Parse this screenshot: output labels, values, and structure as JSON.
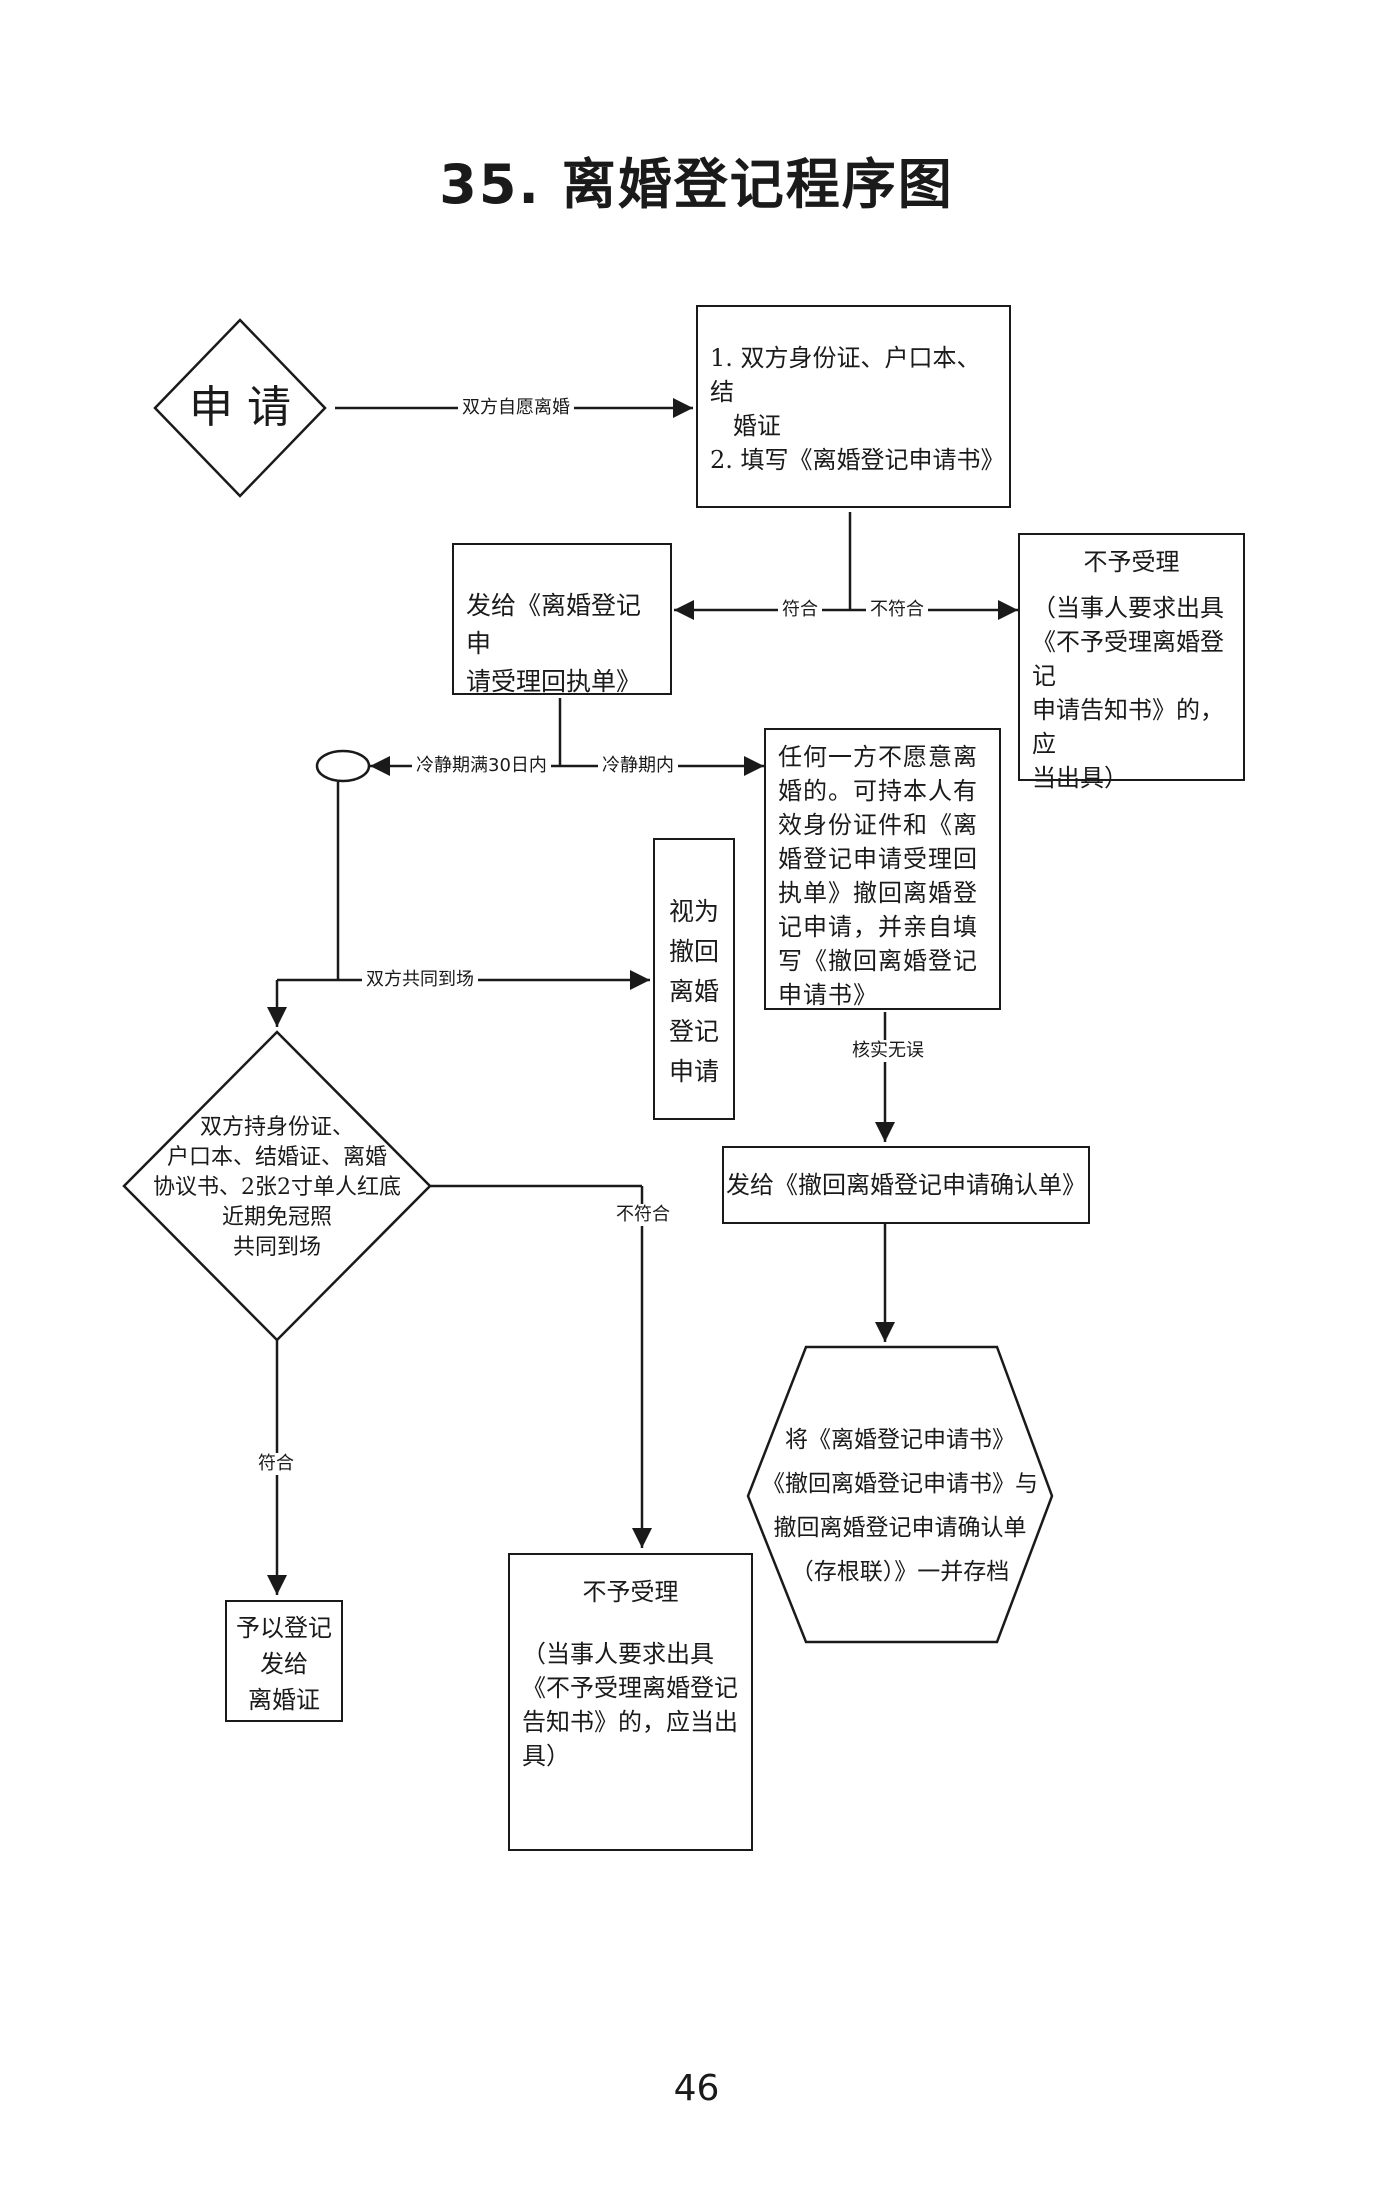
{
  "title": "35. 离婚登记程序图",
  "page_number": "46",
  "nodes": {
    "apply": "申 请",
    "materials": [
      "1. 双方身份证、户口本、结",
      "   婚证",
      "2. 填写《离婚登记申请书》"
    ],
    "receipt": [
      "发给《离婚登记申",
      "请受理回执单》"
    ],
    "reject_top": {
      "head": "不予受理",
      "body": [
        "（当事人要求出具",
        "《不予受理离婚登记",
        "申请告知书》的，应",
        "当出具）"
      ]
    },
    "withdraw_cond": [
      "任何一方不愿意离",
      "婚的。可持本人有",
      "效身份证件和《离",
      "婚登记申请受理回",
      "执单》撤回离婚登",
      "记申请，并亲自填",
      "写《撤回离婚登记",
      "申请书》"
    ],
    "deemed_withdraw": [
      "视为",
      "撤回",
      "离婚",
      "登记",
      "申请"
    ],
    "withdraw_confirm": "发给《撤回离婚登记申请确认单》",
    "archive": [
      "将《离婚登记申请书》",
      "《撤回离婚登记申请书》与",
      "撤回离婚登记申请确认单",
      "（存根联）》一并存档"
    ],
    "both_present": [
      "双方持身份证、",
      "户口本、结婚证、离婚",
      "协议书、2张2寸单人红底",
      "近期免冠照",
      "共同到场"
    ],
    "grant": [
      "予以登记",
      "发给",
      "离婚证"
    ],
    "reject_bottom": {
      "head": "不予受理",
      "body": [
        "（当事人要求出具",
        "《不予受理离婚登记",
        "告知书》的，应当出",
        "具）"
      ]
    }
  },
  "edge_labels": {
    "voluntary": "双方自愿离婚",
    "meets": "符合",
    "not_meets": "不符合",
    "cooling_30": "冷静期满30日内",
    "cooling_within": "冷静期内",
    "both_arrive": "双方共同到场",
    "verified": "核实无误",
    "meets_bottom": "符合",
    "not_meets_bottom": "不符合"
  }
}
